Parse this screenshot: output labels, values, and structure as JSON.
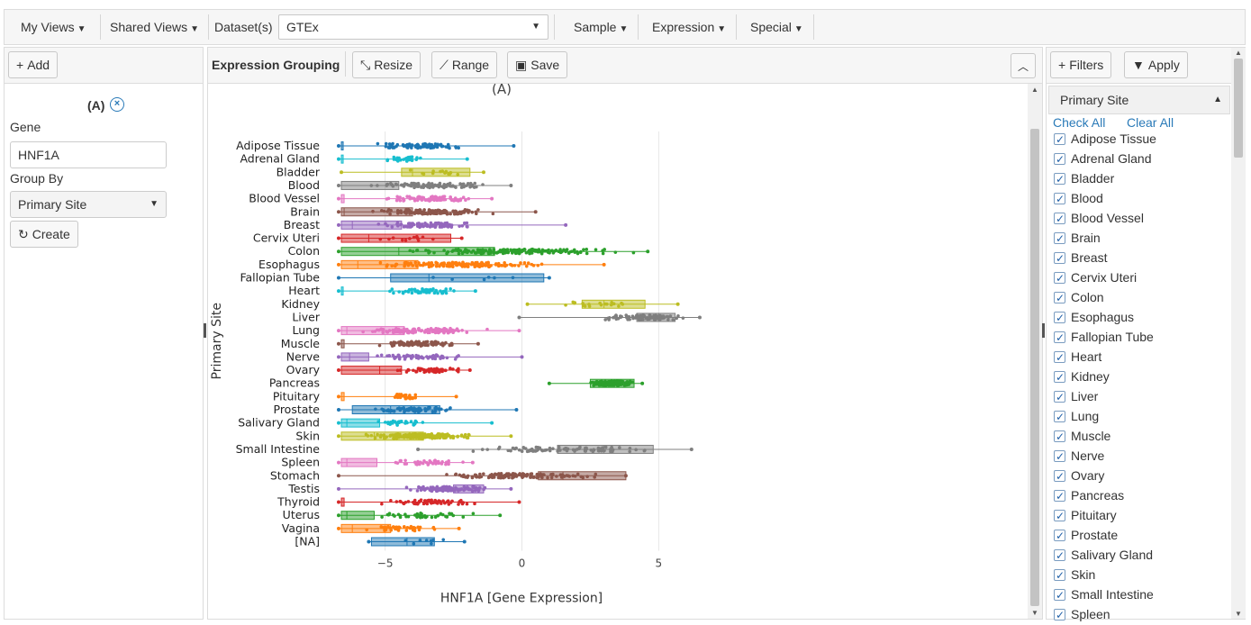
{
  "menubar": {
    "my_views": "My Views",
    "shared_views": "Shared Views",
    "dataset_label": "Dataset(s)",
    "dataset_value": "GTEx",
    "sample": "Sample",
    "expression": "Expression",
    "special": "Special"
  },
  "left": {
    "add_label": "Add",
    "item_label": "(A)",
    "gene_label": "Gene",
    "gene_value": "HNF1A",
    "group_by_label": "Group By",
    "group_by_value": "Primary Site",
    "create_label": "Create"
  },
  "center": {
    "title": "Expression Grouping",
    "resize_label": "Resize",
    "range_label": "Range",
    "save_label": "Save"
  },
  "right": {
    "filters_label": "Filters",
    "apply_label": "Apply",
    "filter_header": "Primary Site",
    "check_all": "Check All",
    "clear_all": "Clear All",
    "items": [
      "Adipose Tissue",
      "Adrenal Gland",
      "Bladder",
      "Blood",
      "Blood Vessel",
      "Brain",
      "Breast",
      "Cervix Uteri",
      "Colon",
      "Esophagus",
      "Fallopian Tube",
      "Heart",
      "Kidney",
      "Liver",
      "Lung",
      "Muscle",
      "Nerve",
      "Ovary",
      "Pancreas",
      "Pituitary",
      "Prostate",
      "Salivary Gland",
      "Skin",
      "Small Intestine",
      "Spleen"
    ]
  },
  "colors": {
    "accent_link": "#2a7ab8",
    "palette": [
      "#1f77b4",
      "#17becf",
      "#bcbd22",
      "#7f7f7f",
      "#e377c2",
      "#8c564b",
      "#9467bd",
      "#d62728",
      "#2ca02c",
      "#ff7f0e"
    ]
  },
  "chart_data": {
    "type": "box-strip",
    "title": "(A)",
    "xlabel": "HNF1A [Gene Expression]",
    "ylabel": "Primary Site",
    "xlim": [
      -6.7,
      6.7
    ],
    "xticks": [
      -5,
      0,
      5
    ],
    "xtick_labels": [
      "−5",
      "0",
      "5"
    ],
    "grid": true,
    "categories": [
      {
        "name": "Adipose Tissue",
        "q1": -6.6,
        "median": -6.6,
        "q3": -6.55,
        "min": -6.7,
        "max": -0.3,
        "band": [
          -5.6,
          -2
        ],
        "n": 80
      },
      {
        "name": "Adrenal Gland",
        "q1": -6.6,
        "median": -6.6,
        "q3": -6.55,
        "min": -6.7,
        "max": -2,
        "band": [
          -5,
          -3.6
        ],
        "n": 30
      },
      {
        "name": "Bladder",
        "q1": -4.4,
        "median": -4,
        "q3": -1.9,
        "min": -6.6,
        "max": -1.4,
        "band": [
          -4.5,
          -1.8
        ],
        "n": 15
      },
      {
        "name": "Blood",
        "q1": -6.6,
        "median": -6.6,
        "q3": -4.5,
        "min": -6.7,
        "max": -0.4,
        "band": [
          -6,
          -0.5
        ],
        "n": 90
      },
      {
        "name": "Blood Vessel",
        "q1": -6.6,
        "median": -6.6,
        "q3": -6.5,
        "min": -6.7,
        "max": -1.1,
        "band": [
          -5.2,
          -1.5
        ],
        "n": 90
      },
      {
        "name": "Brain",
        "q1": -6.6,
        "median": -6.5,
        "q3": -4,
        "min": -6.7,
        "max": 0.5,
        "band": [
          -6,
          -0.5
        ],
        "n": 120
      },
      {
        "name": "Breast",
        "q1": -6.6,
        "median": -6.2,
        "q3": -4.4,
        "min": -6.7,
        "max": 1.6,
        "band": [
          -5.6,
          -1.2
        ],
        "n": 90
      },
      {
        "name": "Cervix Uteri",
        "q1": -6.6,
        "median": -5.6,
        "q3": -2.6,
        "min": -6.7,
        "max": -2.2,
        "band": [
          -6,
          -2.4
        ],
        "n": 12
      },
      {
        "name": "Colon",
        "q1": -6.6,
        "median": -4.5,
        "q3": -1,
        "min": -6.7,
        "max": 4.6,
        "band": [
          -5.2,
          4.5
        ],
        "n": 180
      },
      {
        "name": "Esophagus",
        "q1": -6.6,
        "median": -6,
        "q3": -3.8,
        "min": -6.7,
        "max": 3,
        "band": [
          -6,
          1.5
        ],
        "n": 150
      },
      {
        "name": "Fallopian Tube",
        "q1": -4.8,
        "median": -3.4,
        "q3": 0.8,
        "min": -6.7,
        "max": 1,
        "band": [
          -4.5,
          0.8
        ],
        "n": 6
      },
      {
        "name": "Heart",
        "q1": -6.6,
        "median": -6.6,
        "q3": -6.55,
        "min": -6.7,
        "max": -1.7,
        "band": [
          -5.4,
          -1.8
        ],
        "n": 50
      },
      {
        "name": "Kidney",
        "q1": 2.2,
        "median": 3,
        "q3": 4.5,
        "min": 0.2,
        "max": 5.7,
        "band": [
          0.2,
          5.7
        ],
        "n": 20
      },
      {
        "name": "Liver",
        "q1": 4.2,
        "median": 5,
        "q3": 5.6,
        "min": -0.1,
        "max": 6.5,
        "band": [
          2.5,
          6.5
        ],
        "n": 90
      },
      {
        "name": "Lung",
        "q1": -6.6,
        "median": -6.4,
        "q3": -4.3,
        "min": -6.7,
        "max": -0.1,
        "band": [
          -6.4,
          -1
        ],
        "n": 120
      },
      {
        "name": "Muscle",
        "q1": -6.6,
        "median": -6.6,
        "q3": -6.5,
        "min": -6.7,
        "max": -1.6,
        "band": [
          -5.6,
          -1.8
        ],
        "n": 80
      },
      {
        "name": "Nerve",
        "q1": -6.6,
        "median": -6.3,
        "q3": -5.6,
        "min": -6.7,
        "max": 0,
        "band": [
          -5.8,
          -1.8
        ],
        "n": 60
      },
      {
        "name": "Ovary",
        "q1": -6.6,
        "median": -5.2,
        "q3": -4.4,
        "min": -6.7,
        "max": -1.9,
        "band": [
          -5,
          -2
        ],
        "n": 50
      },
      {
        "name": "Pancreas",
        "q1": 2.5,
        "median": 3.5,
        "q3": 4.1,
        "min": 1,
        "max": 4.4,
        "band": [
          2.3,
          4.3
        ],
        "n": 150
      },
      {
        "name": "Pituitary",
        "q1": -6.6,
        "median": -6.6,
        "q3": -6.5,
        "min": -6.7,
        "max": -2.4,
        "band": [
          -5,
          -3.6
        ],
        "n": 25
      },
      {
        "name": "Prostate",
        "q1": -6.2,
        "median": -4.8,
        "q3": -3,
        "min": -6.7,
        "max": -0.2,
        "band": [
          -6,
          -1.8
        ],
        "n": 60
      },
      {
        "name": "Salivary Gland",
        "q1": -6.6,
        "median": -6.4,
        "q3": -5.2,
        "min": -6.7,
        "max": -1.1,
        "band": [
          -5.6,
          -3
        ],
        "n": 30
      },
      {
        "name": "Skin",
        "q1": -6.6,
        "median": -5.4,
        "q3": -3.6,
        "min": -6.7,
        "max": -0.4,
        "band": [
          -6.2,
          -1
        ],
        "n": 170
      },
      {
        "name": "Small Intestine",
        "q1": 1.3,
        "median": 3,
        "q3": 4.8,
        "min": -3.8,
        "max": 6.2,
        "band": [
          -2.8,
          6.2
        ],
        "n": 90
      },
      {
        "name": "Spleen",
        "q1": -6.6,
        "median": -6.4,
        "q3": -5.3,
        "min": -6.7,
        "max": -1.8,
        "band": [
          -5.4,
          -2
        ],
        "n": 40
      },
      {
        "name": "Stomach",
        "q1": 0.6,
        "median": 1.5,
        "q3": 3.8,
        "min": -6.7,
        "max": 3.8,
        "band": [
          -3.8,
          3.8
        ],
        "n": 120
      },
      {
        "name": "Testis",
        "q1": -2.5,
        "median": -1.8,
        "q3": -1.4,
        "min": -6.7,
        "max": -0.4,
        "band": [
          -4.8,
          -0.5
        ],
        "n": 100
      },
      {
        "name": "Thyroid",
        "q1": -6.6,
        "median": -6.6,
        "q3": -6.5,
        "min": -6.7,
        "max": -0.1,
        "band": [
          -5.6,
          -1
        ],
        "n": 60
      },
      {
        "name": "Uterus",
        "q1": -6.6,
        "median": -6.4,
        "q3": -5.4,
        "min": -6.7,
        "max": -0.8,
        "band": [
          -6,
          -1.5
        ],
        "n": 40
      },
      {
        "name": "Vagina",
        "q1": -6.6,
        "median": -6.2,
        "q3": -4.8,
        "min": -6.7,
        "max": -2.3,
        "band": [
          -6.2,
          -2.5
        ],
        "n": 40
      },
      {
        "name": "[NA]",
        "q1": -5.5,
        "median": -4.2,
        "q3": -3.2,
        "min": -5.6,
        "max": -2.1,
        "band": [
          -5.4,
          -2.2
        ],
        "n": 8
      }
    ]
  }
}
